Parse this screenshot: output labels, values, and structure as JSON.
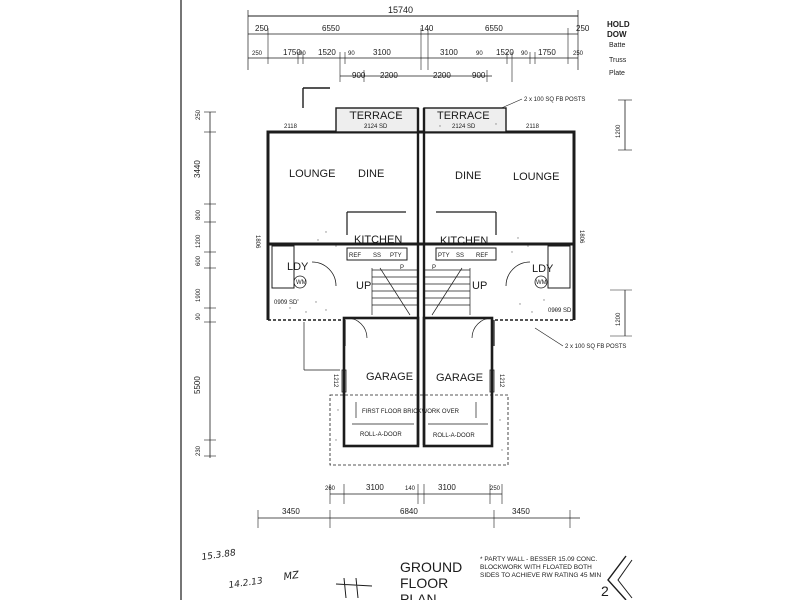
{
  "header": {
    "top_dimension": "15740",
    "half_left": "6550",
    "half_right": "6550",
    "party": "140",
    "end_left": "250",
    "end_right": "250",
    "row2": [
      "250",
      "1750",
      "90",
      "1520",
      "90",
      "3100",
      "3100",
      "90",
      "1520",
      "90",
      "1750",
      "250"
    ],
    "row3": [
      "900",
      "2200",
      "2200",
      "900"
    ],
    "top_note": "2 x 100 SQ FB POSTS"
  },
  "side_notes": {
    "right_top": [
      "HOLD",
      "DOW",
      "Batte",
      "Truss",
      "Plate"
    ]
  },
  "rooms": {
    "terrace_left": "TERRACE",
    "terrace_left_sub": "2124 SD",
    "terrace_right": "TERRACE",
    "terrace_right_sub": "2124 SD",
    "lounge_left": "LOUNGE",
    "dine_left": "DINE",
    "dine_right": "DINE",
    "lounge_right": "LOUNGE",
    "kitchen_left": "KITCHEN",
    "kitchen_right": "KITCHEN",
    "ldy_left": "LDY",
    "ldy_right": "LDY",
    "garage_left": "GARAGE",
    "garage_right": "GARAGE",
    "roll_left": "ROLL-A-DOOR",
    "roll_right": "ROLL-A-DOOR",
    "up_left": "UP",
    "up_right": "UP",
    "first_floor_note": "FIRST FLOOR BRICKWORK OVER",
    "door_left": "2118",
    "door_right": "2118",
    "window_left": "1806",
    "window_right": "1806",
    "garage_dim_left": "1212",
    "garage_dim_right": "1212",
    "kitchen_left_labels": [
      "REF",
      "SS",
      "PTY",
      "P",
      "P"
    ],
    "kitchen_right_labels": [
      "PTY",
      "SS",
      "REF",
      "P",
      "P"
    ],
    "wm": "WM",
    "side_door_left": "0909 SD",
    "side_door_right": "0909 SD"
  },
  "left_dims": [
    "250",
    "3440",
    "800",
    "1200",
    "600",
    "1900",
    "90",
    "5500",
    "230"
  ],
  "right_dims": [
    "1200",
    "1200"
  ],
  "bottom": {
    "row1": [
      "260",
      "3100",
      "140",
      "3100",
      "250"
    ],
    "row2": [
      "3450",
      "6840",
      "3450"
    ],
    "post_note": "2 x 100 SQ FB POSTS"
  },
  "title_block": {
    "line1": "GROUND",
    "line2": "FLOOR",
    "line3": "PLAN",
    "party_wall_note": "* PARTY WALL - BESSER 15.09 CONC. BLOCKWORK WITH FLOATED BOTH SIDES TO ACHIEVE RW RATING 45 MIN",
    "handwritten_date1": "15.3.88",
    "handwritten_date2": "14.2.13",
    "initials": "MZ"
  }
}
